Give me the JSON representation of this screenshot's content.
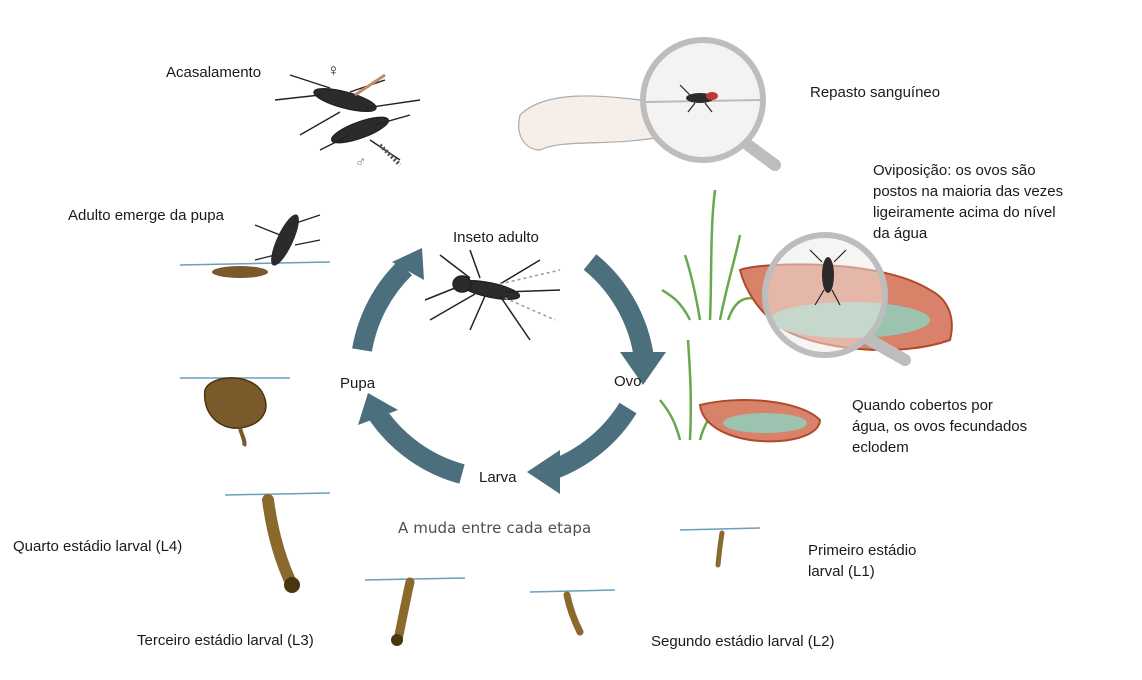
{
  "cycle": {
    "adult": "Inseto adulto",
    "egg": "Ovo",
    "larva": "Larva",
    "pupa": "Pupa",
    "caption": "A muda entre cada etapa"
  },
  "annotations": {
    "mating": "Acasalamento",
    "blood_meal": "Repasto sanguíneo",
    "oviposition": "Oviposição: os ovos são postos na maioria das vezes ligeiramente acima do nível da água",
    "hatching": "Quando cobertos por água, os ovos fecundados eclodem",
    "l1": "Primeiro estádio larval (L1)",
    "l2": "Segundo estádio larval (L2)",
    "l3": "Terceiro estádio larval (L3)",
    "l4": "Quarto estádio larval (L4)",
    "emergence": "Adulto emerge da pupa"
  },
  "symbols": {
    "female": "♀",
    "male": "♂"
  },
  "colors": {
    "arrow": "#4c6f7d",
    "water": "#6a9fc0",
    "container": "#c1603f",
    "larva": "#8a6a2c",
    "pupa": "#7a5a2a",
    "grass": "#6aa84f"
  }
}
